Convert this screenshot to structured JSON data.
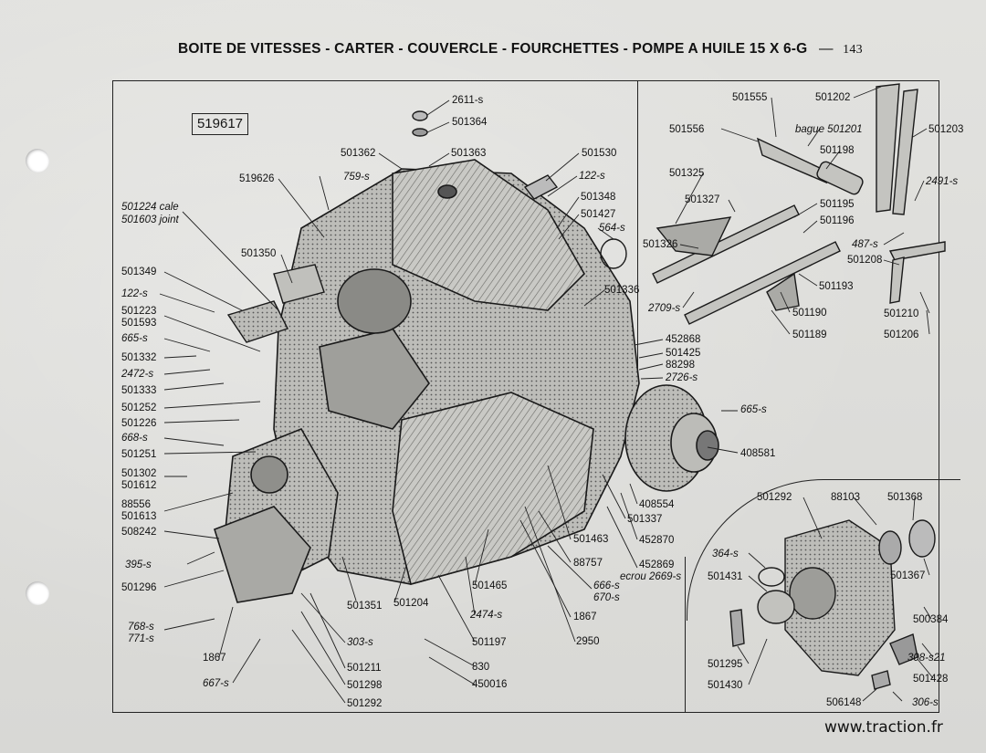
{
  "header": {
    "title": "BOITE DE VITESSES - CARTER - COUVERCLE - FOURCHETTES - POMPE A HUILE 15 X 6-G",
    "dash": "—",
    "page_number": "143"
  },
  "reference_box": "519617",
  "watermark": "www.traction.fr",
  "labels": {
    "l2611s": "2611-s",
    "l501364": "501364",
    "l501362": "501362",
    "l501363": "501363",
    "l501530": "501530",
    "l122s_top": "122-s",
    "l501348": "501348",
    "l501427": "501427",
    "l564s": "564-s",
    "l759s": "759-s",
    "l519626": "519626",
    "l501224": "501224 cale",
    "l501603": "501603 joint",
    "l501350": "501350",
    "l501349": "501349",
    "l122s_left": "122-s",
    "l501223": "501223",
    "l501593": "501593",
    "l665s_left": "665-s",
    "l501332": "501332",
    "l2472s": "2472-s",
    "l501333": "501333",
    "l501252": "501252",
    "l501226": "501226",
    "l668s": "668-s",
    "l501251": "501251",
    "l501302": "501302",
    "l501612": "501612",
    "l88556": "88556",
    "l501613": "501613",
    "l508242": "508242",
    "l395s": "395-s",
    "l501296": "501296",
    "l768s": "768-s",
    "l771s": "771-s",
    "l1867_left": "1867",
    "l667s": "667-s",
    "l501351": "501351",
    "l303s": "303-s",
    "l501211": "501211",
    "l501298": "501298",
    "l501292_bot": "501292",
    "l501204": "501204",
    "l830": "830",
    "l450016": "450016",
    "l501197": "501197",
    "l2474s": "2474-s",
    "l501465": "501465",
    "l1867_mid": "1867",
    "l2950": "2950",
    "l666s": "666-s",
    "l670s": "670-s",
    "l88757": "88757",
    "l501463": "501463",
    "l452869": "452869",
    "l ecrou2669s": "ecrou 2669-s",
    "l452870": "452870",
    "l501337": "501337",
    "l408554": "408554",
    "l408581": "408581",
    "l665s_right": "665-s",
    "l501336": "501336",
    "l452868": "452868",
    "l501425": "501425",
    "l88298": "88298",
    "l2726s": "2726-s",
    "l501555": "501555",
    "l501202": "501202",
    "l501556": "501556",
    "l bague501201": "bague 501201",
    "l501198": "501198",
    "l501203": "501203",
    "l501325": "501325",
    "l2491s": "2491-s",
    "l501327": "501327",
    "l501195": "501195",
    "l501196": "501196",
    "l501326": "501326",
    "l487s": "487-s",
    "l501208": "501208",
    "l2709s": "2709-s",
    "l501193": "501193",
    "l501190": "501190",
    "l501189": "501189",
    "l501210": "501210",
    "l501206": "501206",
    "l501292_pump": "501292",
    "l88103": "88103",
    "l501368": "501368",
    "l364s": "364-s",
    "l501431": "501431",
    "l501367": "501367",
    "l500384": "500384",
    "l308s21": "308-s21",
    "l501428": "501428",
    "l501295": "501295",
    "l501430": "501430",
    "l506148": "506148",
    "l306s": "306-s"
  }
}
